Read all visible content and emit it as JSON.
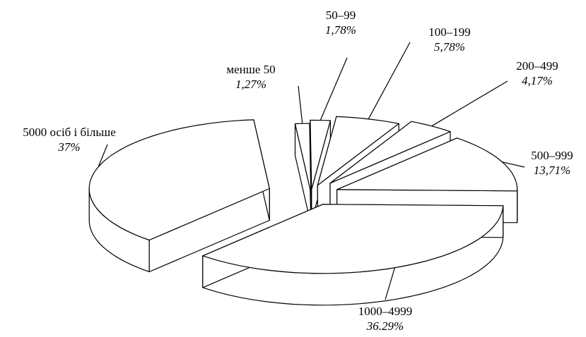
{
  "chart_data": {
    "type": "pie",
    "style": "3d-exploded",
    "slices": [
      {
        "label": "менше 50",
        "value": 1.27,
        "value_label": "1,27%"
      },
      {
        "label": "50–99",
        "value": 1.78,
        "value_label": "1,78%"
      },
      {
        "label": "100–199",
        "value": 5.78,
        "value_label": "5,78%"
      },
      {
        "label": "200–499",
        "value": 4.17,
        "value_label": "4,17%"
      },
      {
        "label": "500–999",
        "value": 13.71,
        "value_label": "13,71%"
      },
      {
        "label": "1000–4999",
        "value": 36.29,
        "value_label": "36.29%"
      },
      {
        "label": "5000 осіб і більше",
        "value": 37,
        "value_label": "37%"
      }
    ],
    "legend": "none",
    "colors": {
      "fill": "#ffffff",
      "stroke": "#000000"
    }
  }
}
